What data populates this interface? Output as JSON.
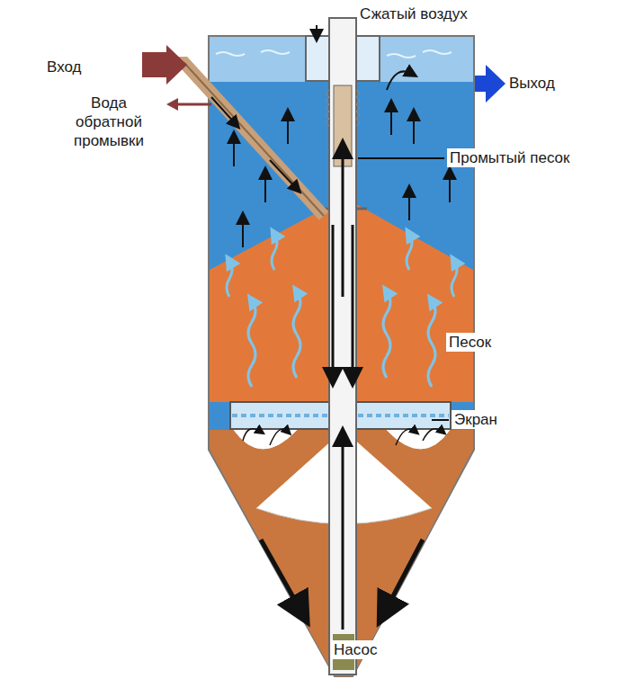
{
  "diagram": {
    "labels": [
      "Сжатый воздух",
      "Вход",
      "Вода обратной промывки",
      "Выход",
      "Промытый песок",
      "Песок",
      "Экран",
      "Насос"
    ]
  }
}
